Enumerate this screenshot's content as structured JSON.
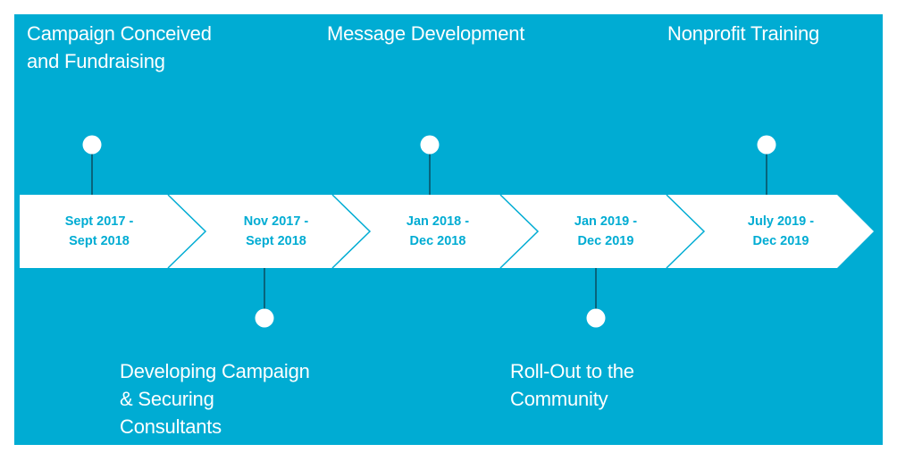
{
  "timeline": {
    "phases": [
      {
        "date_start": "Sept 2017 -",
        "date_end": "Sept 2018",
        "label_lines": [
          "Campaign Conceived",
          "and Fundraising"
        ]
      },
      {
        "date_start": "Nov 2017 -",
        "date_end": "Sept 2018",
        "label_lines": [
          "Developing Campaign",
          "& Securing",
          "Consultants"
        ]
      },
      {
        "date_start": "Jan 2018 -",
        "date_end": "Dec 2018",
        "label_lines": [
          "Message Development"
        ]
      },
      {
        "date_start": "Jan 2019 -",
        "date_end": "Dec 2019",
        "label_lines": [
          "Roll-Out to the",
          "Community"
        ]
      },
      {
        "date_start": "July 2019 -",
        "date_end": "Dec 2019",
        "label_lines": [
          "Nonprofit Training"
        ]
      }
    ]
  },
  "colors": {
    "background": "#00acd3",
    "arrow_fill": "#ffffff",
    "date_text": "#00acd3",
    "label_text": "#ffffff",
    "marker": "#ffffff",
    "connector": "#0a4d5e",
    "divider": "#00acd3"
  }
}
